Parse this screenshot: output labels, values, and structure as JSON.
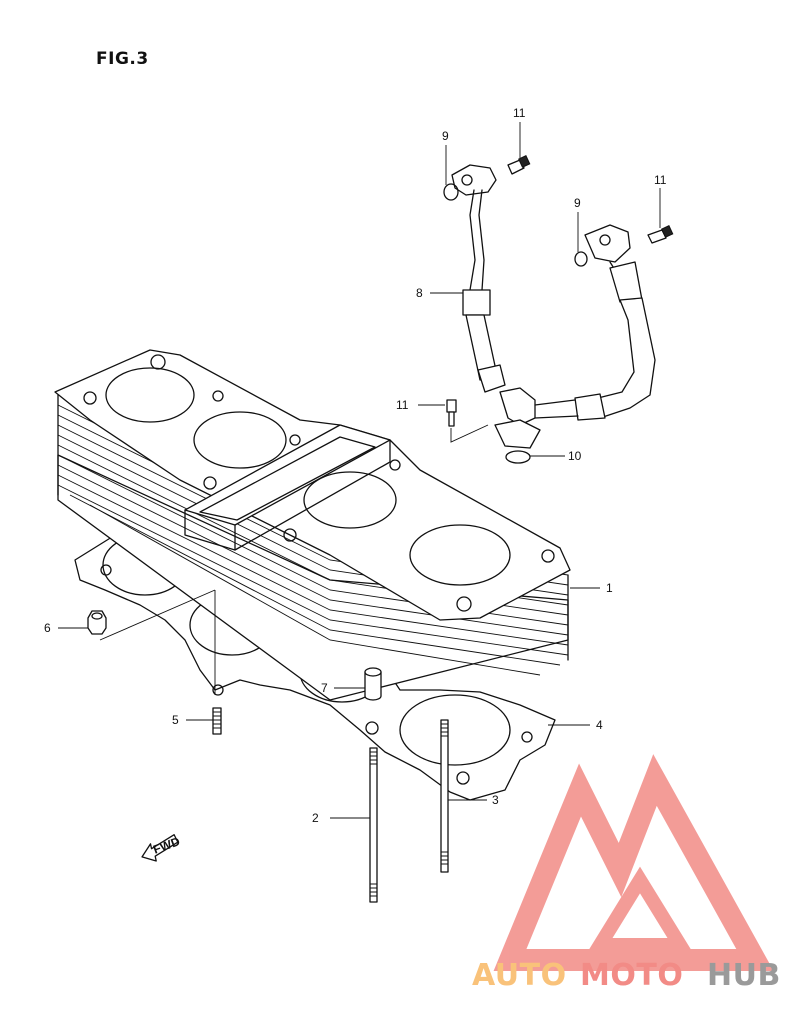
{
  "figure": {
    "title": "FIG.3",
    "fwd_label": "FWD"
  },
  "callouts": [
    {
      "id": "c1",
      "label": "1",
      "part": "cylinder"
    },
    {
      "id": "c2",
      "label": "2",
      "part": "long-stud-bolt"
    },
    {
      "id": "c3",
      "label": "3",
      "part": "long-stud-bolt"
    },
    {
      "id": "c4",
      "label": "4",
      "part": "cylinder-base-gasket"
    },
    {
      "id": "c5",
      "label": "5",
      "part": "short-stud-bolt"
    },
    {
      "id": "c6",
      "label": "6",
      "part": "nut"
    },
    {
      "id": "c7",
      "label": "7",
      "part": "dowel-pin"
    },
    {
      "id": "c8",
      "label": "8",
      "part": "oil-hose"
    },
    {
      "id": "c9a",
      "label": "9",
      "part": "o-ring"
    },
    {
      "id": "c9b",
      "label": "9",
      "part": "o-ring"
    },
    {
      "id": "c10",
      "label": "10",
      "part": "o-ring"
    },
    {
      "id": "c11a",
      "label": "11",
      "part": "bolt"
    },
    {
      "id": "c11b",
      "label": "11",
      "part": "bolt"
    },
    {
      "id": "c11c",
      "label": "11",
      "part": "bolt"
    }
  ],
  "watermark": {
    "word_a": "AUTO",
    "word_b": "MOTO",
    "word_c": "HUB",
    "colors": {
      "a": "#f9c27a",
      "b": "#f28b86",
      "c": "#9a9a9a",
      "logo": "#f28b86"
    }
  }
}
